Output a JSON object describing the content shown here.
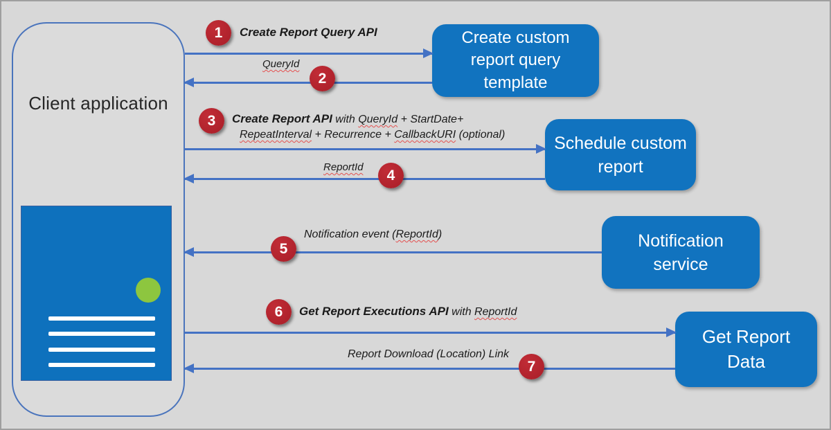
{
  "colors": {
    "service_box_blue": "#1173bf",
    "arrow_blue": "#4472c4",
    "step_badge_red": "#b4232d",
    "document_blue": "#0e71bd",
    "document_dot_green": "#8dc63f",
    "background_gray": "#d8d8d8",
    "squiggle_red": "#e4504f"
  },
  "client": {
    "label": "Client application"
  },
  "services": {
    "create_query_template": {
      "label": "Create custom\nreport query\ntemplate"
    },
    "schedule_report": {
      "label": "Schedule custom\nreport"
    },
    "notification_service": {
      "label": "Notification\nservice"
    },
    "get_report_data": {
      "label": "Get Report\nData"
    }
  },
  "steps": {
    "s1": {
      "number": "1",
      "api": "Create Report Query API"
    },
    "s2": {
      "number": "2",
      "value": "QueryId"
    },
    "s3": {
      "number": "3",
      "api": "Create Report API",
      "with": " with ",
      "param1": "QueryId",
      "plus1": " + StartDate+",
      "param2": "RepeatInterval",
      "mid": " + Recurrence + ",
      "param3": "CallbackURI",
      "optional": "  (optional)"
    },
    "s4": {
      "number": "4",
      "value": "ReportId"
    },
    "s5": {
      "number": "5",
      "pre": "Notification event (",
      "value": "ReportId",
      "post": ")"
    },
    "s6": {
      "number": "6",
      "api": "Get Report Executions API",
      "with": " with ",
      "value": "ReportId"
    },
    "s7": {
      "number": "7",
      "value": "Report Download (Location) Link"
    }
  }
}
